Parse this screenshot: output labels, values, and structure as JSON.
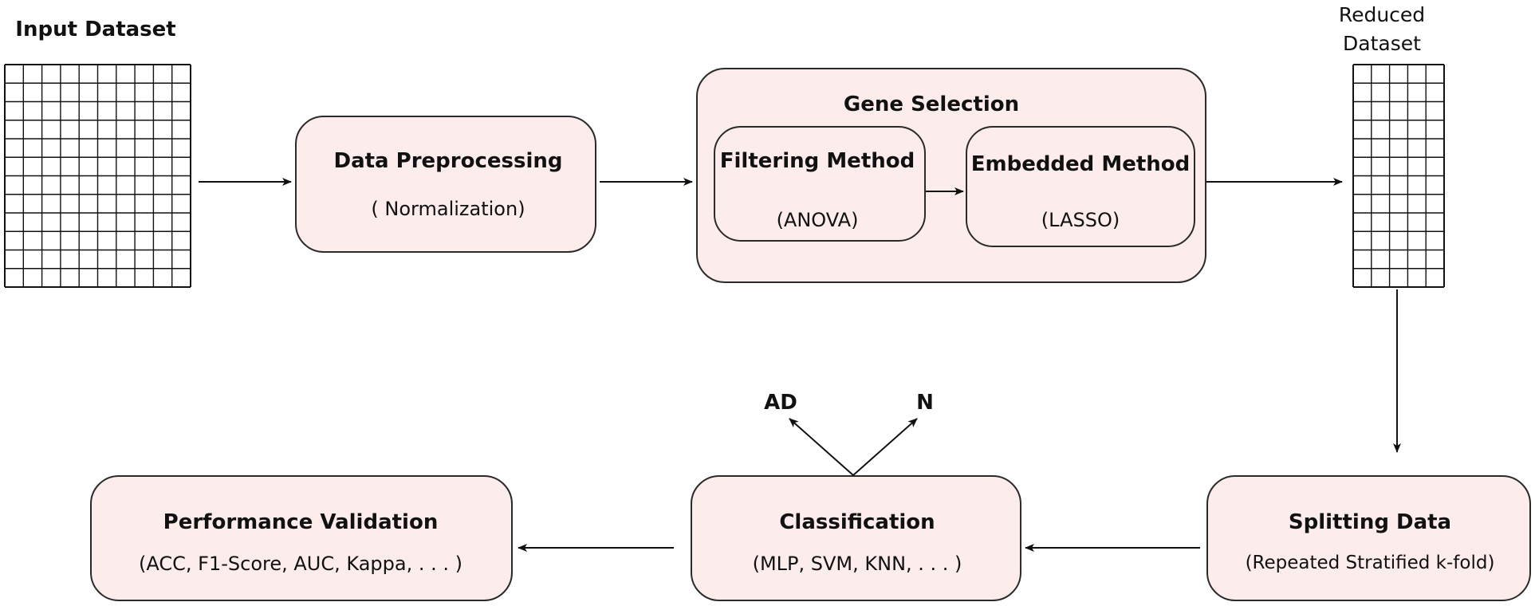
{
  "input_dataset": {
    "label": "Input Dataset"
  },
  "data_preprocessing": {
    "title": "Data Preprocessing",
    "subtitle": "( Normalization)"
  },
  "gene_selection": {
    "title": "Gene Selection",
    "filtering": {
      "title": "Filtering Method",
      "subtitle": "(ANOVA)"
    },
    "embedded": {
      "title": "Embedded Method",
      "subtitle": "(LASSO)"
    }
  },
  "reduced_dataset": {
    "label_line1": "Reduced",
    "label_line2": "Dataset"
  },
  "splitting_data": {
    "title": "Splitting Data",
    "subtitle": "(Repeated Stratified k-fold)"
  },
  "classification": {
    "title": "Classification",
    "subtitle": "(MLP, SVM, KNN, . . . )",
    "output_left": "AD",
    "output_right": "N"
  },
  "performance_validation": {
    "title": "Performance Validation",
    "subtitle": "(ACC, F1-Score, AUC, Kappa, . . . )"
  },
  "colors": {
    "box_fill": "#fcecec",
    "stroke": "#2a2a2a"
  }
}
